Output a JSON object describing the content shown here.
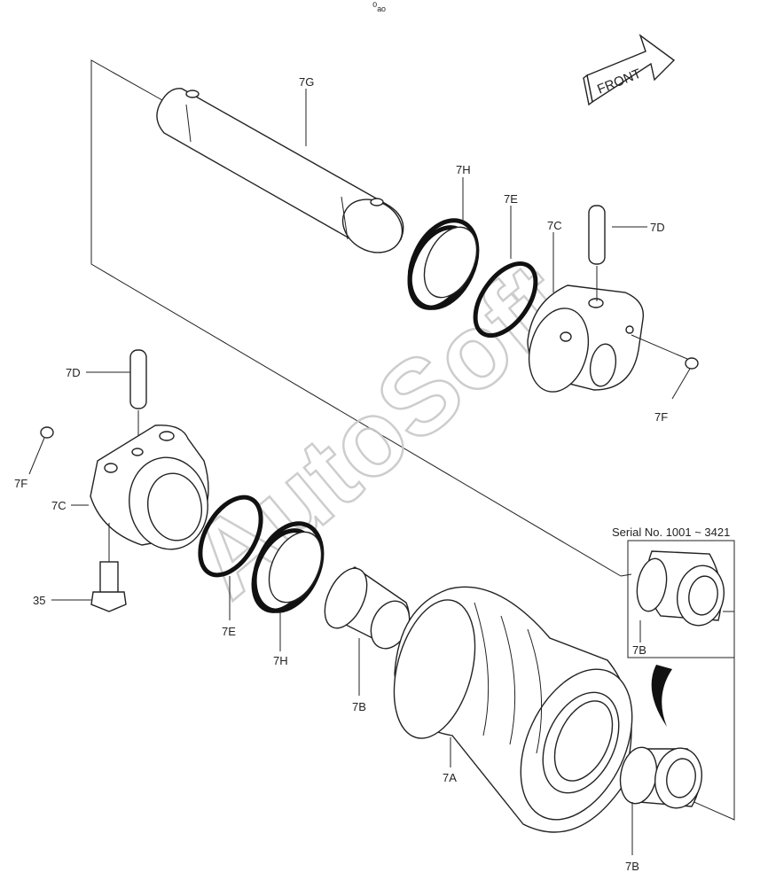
{
  "labels": {
    "7G": "7G",
    "7H_top": "7H",
    "7E_top": "7E",
    "7C_top": "7C",
    "7D_top": "7D",
    "7F_top": "7F",
    "7D_left": "7D",
    "7F_left": "7F",
    "7C_left": "7C",
    "35": "35",
    "7E_bottom": "7E",
    "7H_bottom": "7H",
    "7B_mid": "7B",
    "7A": "7A",
    "7B_inset": "7B",
    "7B_bottom": "7B"
  },
  "serial": "Serial No. 1001 ~ 3421",
  "front": "FRONT",
  "watermark": "AutoSoft",
  "top_mark": "⁰ₐₒ"
}
